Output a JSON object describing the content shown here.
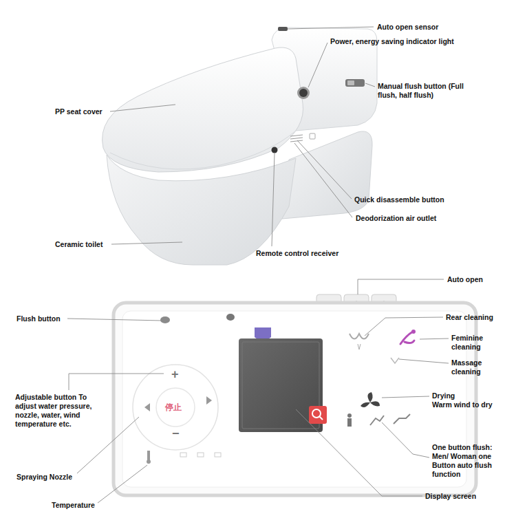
{
  "diagram": {
    "labels": [
      "Auto open sensor",
      "Power, energy saving indicator light",
      "Manual flush button (Full flush, half flush)",
      "PP seat cover",
      "Quick disassemble button",
      "Deodorization air outlet",
      "Ceramic toilet",
      "Remote control receiver",
      "Auto open",
      "Flush button",
      "Rear cleaning",
      "Feminine cleaning",
      "Massage cleaning",
      "Drying",
      "Warm wind to dry",
      "One button flush: Men/ Woman one Button auto flush function",
      "Display screen",
      "Adjustable button To adjust water pressure, nozzle, water, wind temperature etc.",
      "Spraying Nozzle",
      "Temperature",
      "+",
      "−",
      "停止"
    ]
  }
}
